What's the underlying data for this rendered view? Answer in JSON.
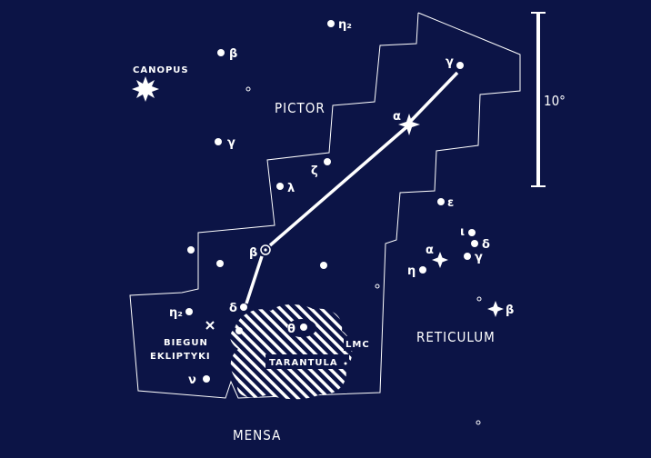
{
  "colors": {
    "background": "#0c1446",
    "foreground": "#ffffff"
  },
  "constellations": {
    "dorado": {
      "label": ""
    },
    "pictor": {
      "label": "PICTOR"
    },
    "reticulum": {
      "label": "RETICULUM"
    },
    "mensa": {
      "label": "MENSA"
    }
  },
  "objects": {
    "canopus": "CANOPUS",
    "lmc": "LMC",
    "tarantula": "TARANTULA",
    "ecliptic_pole_line1": "BIEGUN",
    "ecliptic_pole_line2": "EKLIPTYKI"
  },
  "scale_bar": {
    "label": "10°"
  },
  "stars": {
    "eta2_top": "η₂",
    "beta_pictor": "β",
    "gamma_pictor": "γ",
    "gamma_dor": "γ",
    "alpha_dor": "α",
    "zeta_dor": "ζ",
    "lambda_dor": "λ",
    "beta_dor": "β",
    "delta_dor": "δ",
    "eta2_dor": "η₂",
    "theta_dor": "θ",
    "nu_dor": "ν",
    "epsilon_ret": "ε",
    "iota_ret": "ι",
    "delta_ret": "δ",
    "alpha_ret": "α",
    "gamma_ret": "γ",
    "eta_ret": "η",
    "beta_ret": "β"
  },
  "icons": {
    "canopus": "eight-point-star-icon",
    "bright_star": "four-point-star-icon",
    "variable_star": "circle-dot-icon",
    "ecliptic_pole": "cross-icon"
  }
}
